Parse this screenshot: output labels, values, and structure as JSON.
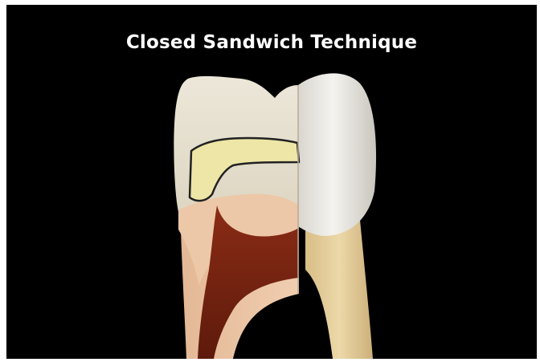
{
  "slide": {
    "title": "Closed Sandwich Technique"
  },
  "palette": {
    "background": "#000000",
    "title_text": "#ffffff",
    "enamel_cut": "#e3dccb",
    "enamel_outer": "#f2f1ec",
    "dentin": "#e9c3a3",
    "pulp": "#7a2612",
    "root_outer": "#e7d3a0",
    "liner_material": "#ede6a6",
    "liner_outline": "#222222"
  },
  "illustration": {
    "subject": "molar cross-section",
    "layers": [
      "composite restoration",
      "glass ionomer liner",
      "dentin",
      "pulp",
      "enamel",
      "root"
    ]
  }
}
